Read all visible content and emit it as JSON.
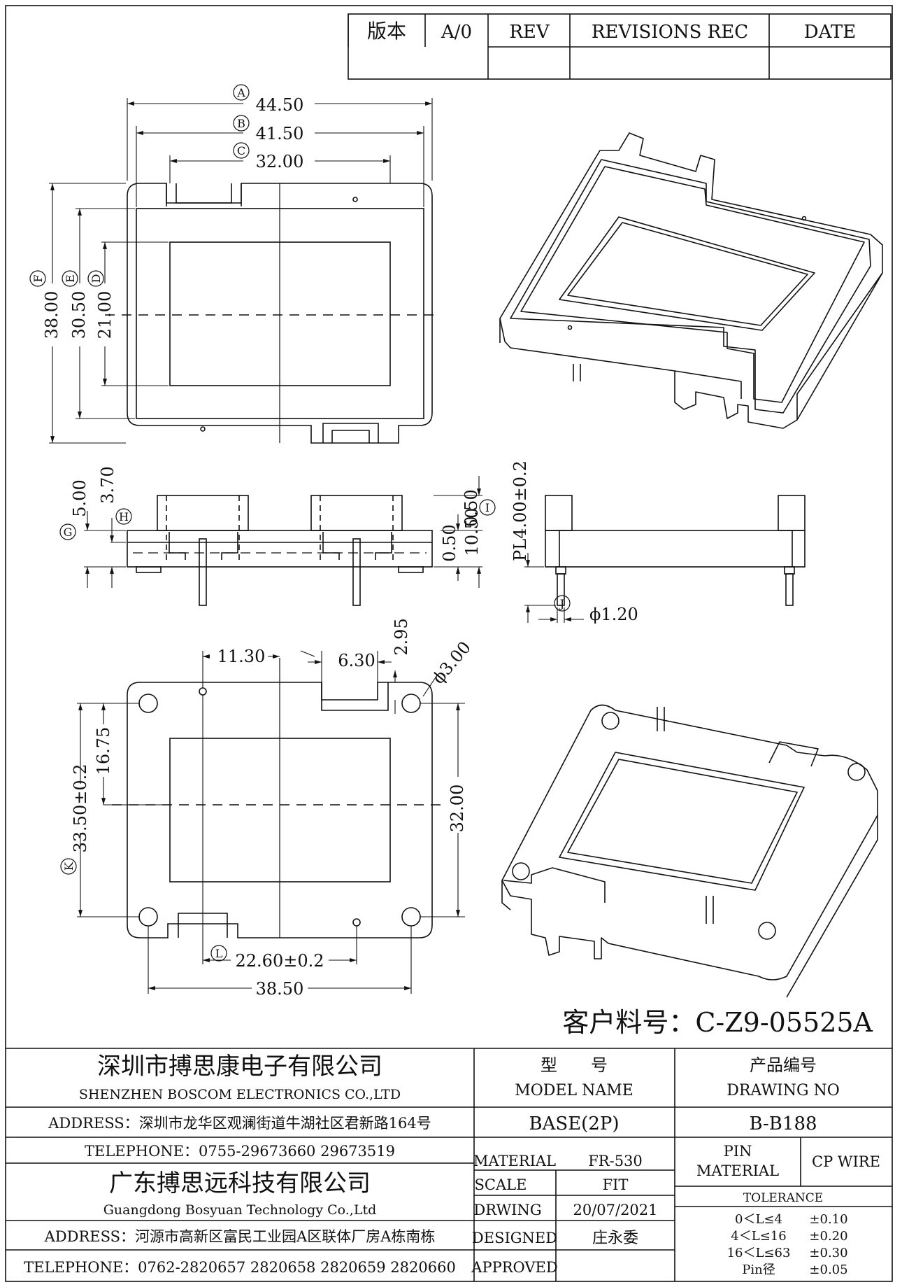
{
  "revision_table": {
    "version_label": "版本",
    "version_value": "A/0",
    "rev_header": "REV",
    "revisions_header": "REVISIONS REC",
    "date_header": "DATE"
  },
  "dimensions": {
    "A": "44.50",
    "B": "41.50",
    "C": "32.00",
    "D": "21.00",
    "E": "30.50",
    "F": "38.00",
    "G_value": "5.00",
    "H_value": "3.70",
    "I_upper": "0.50",
    "I_value": "10.50",
    "pl": "PL4.00±0.2",
    "pin_dia": "ϕ1.20",
    "b_11_30": "11.30",
    "b_6_30": "6.30",
    "b_2_95": "2.95",
    "hole": "ϕ3.00",
    "b_16_75": "16.75",
    "K": "33.50±0.2",
    "b_32_00": "32.00",
    "L": "22.60±0.2",
    "b_38_50": "38.50"
  },
  "markers": [
    "A",
    "B",
    "C",
    "D",
    "E",
    "F",
    "G",
    "H",
    "I",
    "J",
    "K",
    "L"
  ],
  "customer_part": "客户料号：C-Z9-05525A",
  "title_block": {
    "company1_cn": "深圳市搏思康电子有限公司",
    "company1_en": "SHENZHEN BOSCOM ELECTRONICS CO.,LTD",
    "address1": "ADDRESS：深圳市龙华区观澜街道牛湖社区君新路164号",
    "telephone1": "TELEPHONE：0755-29673660 29673519",
    "company2_cn": "广东搏思远科技有限公司",
    "company2_en": "Guangdong Bosyuan Technology Co.,Ltd",
    "address2": "ADDRESS：河源市高新区富民工业园A区联体厂房A栋南栋",
    "telephone2": "TELEPHONE：0762-2820657 2820658 2820659 2820660",
    "model_cn": "型　　号",
    "model_en": "MODEL NAME",
    "model_value": "BASE(2P)",
    "drawing_no_cn": "产品编号",
    "drawing_no_en": "DRAWING NO",
    "drawing_no_value": "B-B188",
    "material_label": "MATERIAL",
    "material_value": "FR-530",
    "scale_label": "SCALE",
    "scale_value": "FIT",
    "drwing_label": "DRWING",
    "drwing_value": "20/07/2021",
    "designed_label": "DESIGNED",
    "designed_value": "庄永委",
    "approved_label": "APPROVED",
    "pin_material_label1": "PIN",
    "pin_material_label2": "MATERIAL",
    "pin_material_value": "CP WIRE",
    "tolerance_header": "TOLERANCE",
    "tolerances": [
      {
        "range": "0＜L≤4",
        "value": "±0.10"
      },
      {
        "range": "4＜L≤16",
        "value": "±0.20"
      },
      {
        "range": "16＜L≤63",
        "value": "±0.30"
      },
      {
        "range": "Pin径",
        "value": "±0.05"
      }
    ]
  }
}
